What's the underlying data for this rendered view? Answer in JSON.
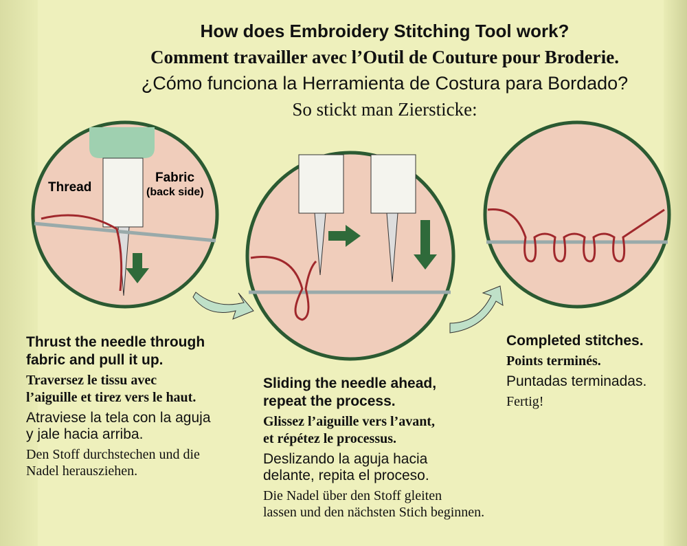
{
  "titles": {
    "en": "How does Embroidery Stitching Tool work?",
    "fr": "Comment travailler avec l’Outil de Couture pour Broderie.",
    "es": "¿Cómo funciona la Herramienta de Costura para Bordado?",
    "de": "So stickt man Ziersticke:"
  },
  "labels": {
    "thread": "Thread",
    "fabric": "Fabric",
    "back_side": "(back side)"
  },
  "steps": [
    {
      "en": [
        "Thrust the needle through",
        "fabric and pull it up."
      ],
      "fr": [
        "Traversez le tissu avec",
        "l’aiguille et tirez vers le haut."
      ],
      "es": [
        "Atraviese la tela con la aguja",
        "y jale hacia arriba."
      ],
      "de": [
        "Den Stoff durchstechen und die",
        "Nadel herausziehen."
      ]
    },
    {
      "en": [
        "Sliding the needle ahead,",
        "repeat the process."
      ],
      "fr": [
        "Glissez l’aiguille vers l’avant,",
        "et répétez le processus."
      ],
      "es": [
        "Deslizando la aguja hacia",
        "delante, repita el proceso."
      ],
      "de": [
        "Die Nadel über den Stoff gleiten",
        "lassen und den nächsten Stich beginnen."
      ]
    },
    {
      "en": [
        "Completed stitches."
      ],
      "fr": [
        "Points terminés."
      ],
      "es": [
        "Puntadas terminadas."
      ],
      "de": [
        "Fertig!"
      ]
    }
  ],
  "colors": {
    "background": "#eef0bc",
    "circle_fill": "#f0cdbb",
    "circle_border": "#2b5a32",
    "thread": "#a0282c",
    "arrow": "#2f6a3a"
  }
}
